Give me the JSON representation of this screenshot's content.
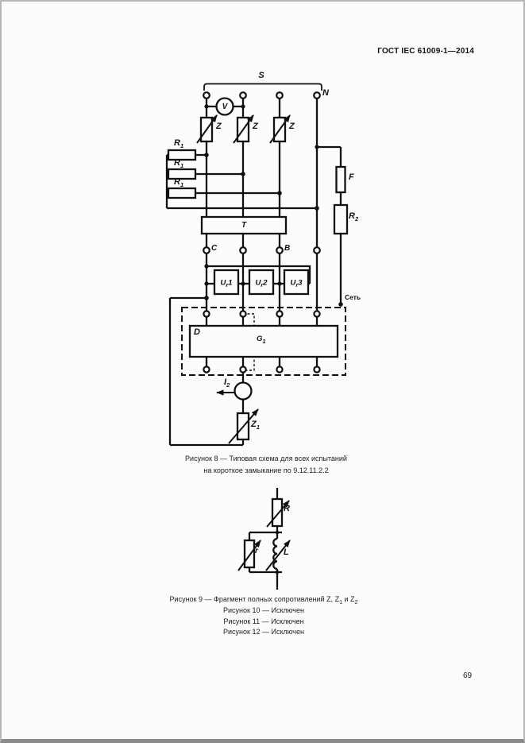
{
  "page": {
    "header": "ГОСТ IEC 61009-1—2014",
    "page_number": "69"
  },
  "colors": {
    "ink": "#111111",
    "paper": "#fcfcfc"
  },
  "figure8": {
    "labels": {
      "switch_s": "S",
      "neutral_n": "N",
      "voltmeter": "V",
      "impedance_z": "Z",
      "resistor_r1": {
        "main": "R",
        "sub": "1"
      },
      "fuse_f": "F",
      "resistor_r2": {
        "main": "R",
        "sub": "2"
      },
      "transformer_t": "T",
      "terminal_c": "C",
      "terminal_b": "B",
      "u_units": [
        {
          "main": "U",
          "sub": "r",
          "num": "1"
        },
        {
          "main": "U",
          "sub": "r",
          "num": "2"
        },
        {
          "main": "U",
          "sub": "r",
          "num": "3"
        }
      ],
      "mains": "Сеть",
      "device_d": "D",
      "g1": {
        "main": "G",
        "sub": "1"
      },
      "current_i2": {
        "main": "I",
        "sub": "2"
      },
      "impedance_z1": {
        "main": "Z",
        "sub": "1"
      }
    },
    "caption": [
      "Рисунок 8 — Типовая схема для всех испытаний",
      "на короткое замыкание по 9.12.11.2.2"
    ]
  },
  "figure9": {
    "labels": {
      "resistor_r": "R",
      "resistor_r_small": "r",
      "inductor_l": "L"
    },
    "caption_parts": [
      "Рисунок 9 — Фрагмент полных сопротивлений Z, Z",
      "1",
      " и Z",
      "2"
    ],
    "excluded": [
      "Рисунок 10 — Исключен",
      "Рисунок 11 — Исключен",
      "Рисунок 12 — Исключен"
    ]
  }
}
